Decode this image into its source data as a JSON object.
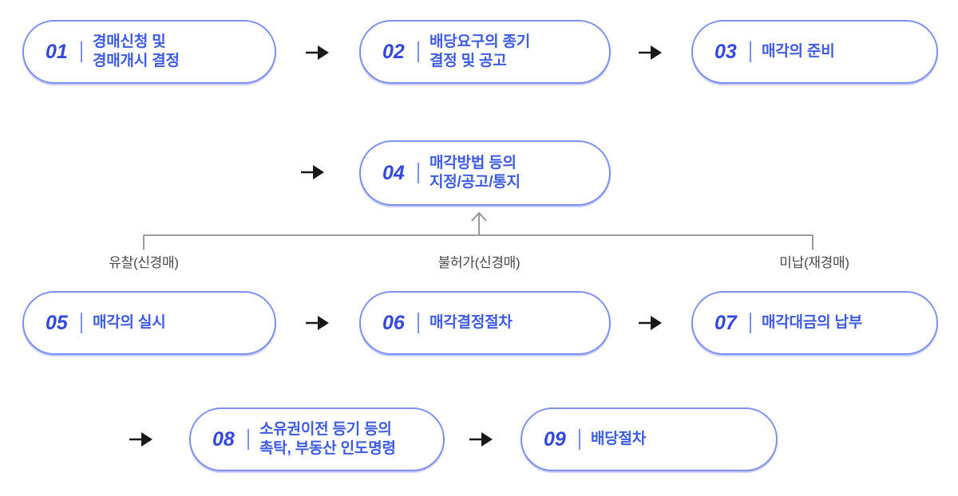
{
  "diagram": {
    "kind": "flowchart",
    "description_names": {
      "arrow_right_icon": "→",
      "arrow_up_icon": "↑"
    }
  },
  "colors": {
    "accent-border": "#7e8ff1",
    "text-blue": "#3d5be4",
    "number-blue": "#3348de",
    "divider-blue": "#7d8ef0",
    "arrow-color": "#191919",
    "connector-color": "#8e8e8e",
    "label-color": "#4a4a4a",
    "bg": "#ffffff"
  },
  "steps": [
    {
      "number": "01",
      "lines": [
        "경매신청 및",
        "경매개시 결정"
      ]
    },
    {
      "number": "02",
      "lines": [
        "배당요구의 종기",
        "결정 및 공고"
      ]
    },
    {
      "number": "03",
      "lines": [
        "매각의 준비"
      ]
    },
    {
      "number": "04",
      "lines": [
        "매각방법 등의",
        "지정/공고/통지"
      ]
    },
    {
      "number": "05",
      "lines": [
        "매각의 실시"
      ]
    },
    {
      "number": "06",
      "lines": [
        "매각결정절차"
      ]
    },
    {
      "number": "07",
      "lines": [
        "매각대금의 납부"
      ]
    },
    {
      "number": "08",
      "lines": [
        "소유권이전 등기 등의",
        "촉탁, 부동산 인도명령"
      ]
    },
    {
      "number": "09",
      "lines": [
        "배당절차"
      ]
    }
  ],
  "feedback_labels": [
    {
      "text": "유찰(신경매)"
    },
    {
      "text": "불허가(신경매)"
    },
    {
      "text": "미납(재경매)"
    }
  ]
}
